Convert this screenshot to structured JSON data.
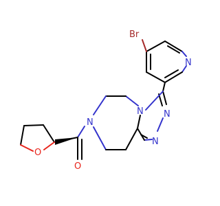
{
  "molecule": {
    "atom_labels": {
      "br": "Br",
      "n_pyridine": "N",
      "n_triazole_a": "N",
      "n_triazole_b": "N",
      "n_fused": "N",
      "n_piperazine": "N",
      "o_carbonyl": "O",
      "o_ring": "O"
    }
  },
  "colors": {
    "bond": "#000000",
    "nitrogen": "#3333cc",
    "oxygen": "#e8241b",
    "bromine": "#a52a2a"
  }
}
